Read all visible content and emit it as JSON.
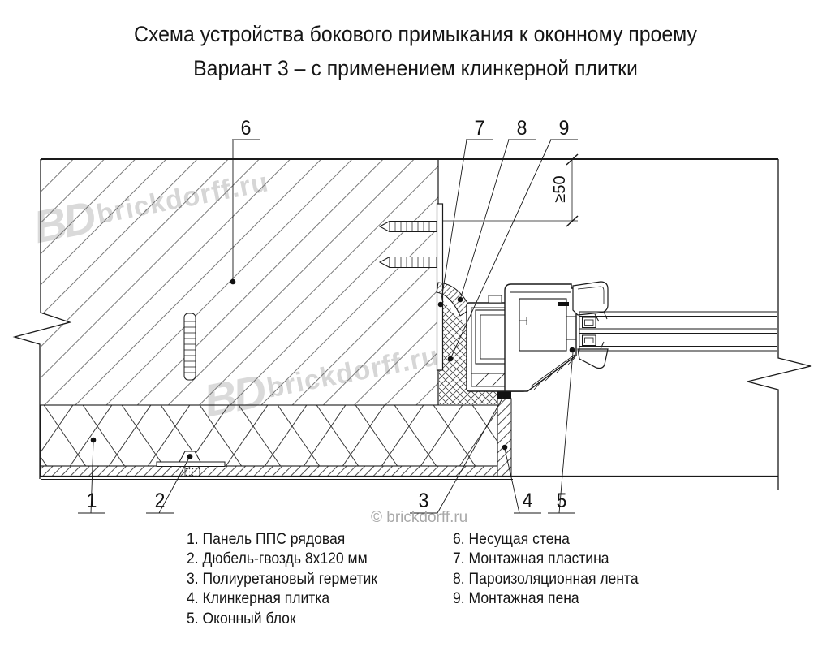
{
  "title": {
    "line1": "Схема устройства бокового примыкания к оконному проему",
    "line2": "Вариант 3 – с применением клинкерной плитки"
  },
  "dimension": {
    "label": "≥50"
  },
  "callouts": {
    "top": [
      "6",
      "7",
      "8",
      "9"
    ],
    "bottom": [
      "1",
      "2",
      "3",
      "4",
      "5"
    ]
  },
  "legend": {
    "col1": [
      "1. Панель ППС рядовая",
      "2. Дюбель-гвоздь 8х120 мм",
      "3. Полиуретановый герметик",
      "4. Клинкерная плитка",
      "5. Оконный блок"
    ],
    "col2": [
      "6. Несущая стена",
      "7. Монтажная пластина",
      "8. Пароизоляционная лента",
      "9. Монтажная пена"
    ]
  },
  "watermark": {
    "logo": "BD",
    "domain": "brickdorff.ru",
    "copyright": "© brickdorff.ru"
  },
  "colors": {
    "line": "#1a1a1a",
    "wall_hatch": "#6a6a6a",
    "insulation_hatch": "#3a3a3a",
    "watermark": "#d3d3d3"
  }
}
